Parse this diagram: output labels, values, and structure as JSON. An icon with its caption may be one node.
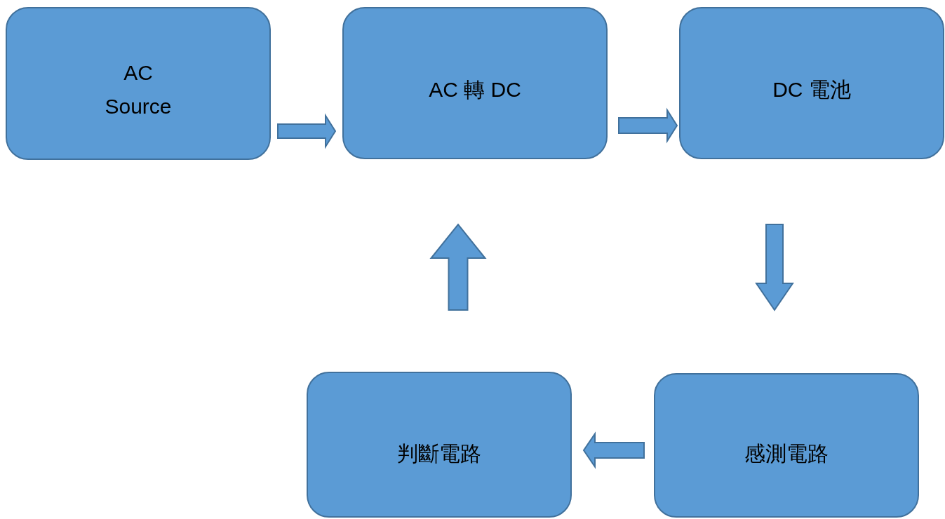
{
  "diagram": {
    "nodes": [
      {
        "text": [
          "AC Source"
        ]
      },
      {
        "text": [
          "AC 轉 DC"
        ]
      },
      {
        "text": [
          "DC 電池"
        ]
      },
      {
        "text": [
          "判斷電路"
        ]
      },
      {
        "text": [
          "感測電路"
        ]
      }
    ],
    "edges": [
      {
        "from": 0,
        "to": 1,
        "arrow": "to"
      },
      {
        "from": 1,
        "to": 2,
        "arrow": "to"
      },
      {
        "from": 2,
        "to": 4,
        "arrow": "to"
      },
      {
        "from": 4,
        "to": 3,
        "arrow": "to"
      },
      {
        "from": 3,
        "to": 1,
        "arrow": "to"
      }
    ]
  }
}
